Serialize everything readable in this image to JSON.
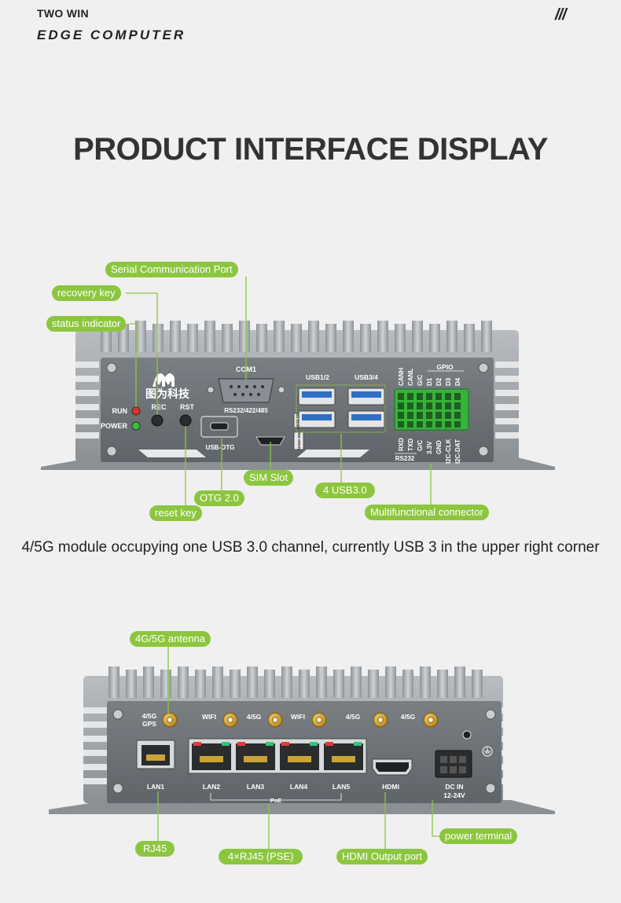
{
  "header": {
    "brand_top": "TWO WIN",
    "brand_bottom": "EDGE COMPUTER",
    "slashes": "///"
  },
  "title": "PRODUCT INTERFACE DISPLAY",
  "note": "4/5G module occupying one USB 3.0 channel, currently USB 3 in the upper right corner",
  "device1": {
    "logo_text": "图为科技",
    "labels": {
      "com1": "COM1",
      "rs232_422_485": "RS232/422/485",
      "usb12": "USB1/2",
      "usb34": "USB3/4",
      "run": "RUN",
      "power": "POWER",
      "rec": "REC",
      "rst": "RST",
      "usb_otg": "USB-OTG",
      "nano_sim": "NANO SIM",
      "micro_sd": "micro SD",
      "gpio": "GPIO",
      "rs232": "RS232",
      "canh": "CANH",
      "canl": "CANL",
      "gc_top": "G/C",
      "d1": "D1",
      "d2": "D2",
      "d3": "D3",
      "d4": "D4",
      "rxd": "RXD",
      "txd": "TXD",
      "gc_bottom": "G/C",
      "v33": "3.3V",
      "gnd": "GND",
      "i2c_clk": "I2C-CLK",
      "i2c_dat": "I2C-DAT"
    },
    "callouts": {
      "serial": "Serial Communication Port",
      "recovery": "recovery key",
      "status": "status indicator",
      "sim": "SIM Slot",
      "usb30": "4 USB3.0",
      "otg": "OTG 2.0",
      "reset": "reset key",
      "multi": "Multifunctional connector"
    },
    "colors": {
      "run_led": "#e0302a",
      "power_led": "#3ac13a",
      "usb_blue": "#2e6fc4",
      "terminal_green": "#35b43a"
    }
  },
  "device2": {
    "labels": {
      "g45_gps": "4/5G",
      "gps": "GPS",
      "wifi1": "WIFI",
      "g45_2": "4/5G",
      "wifi2": "WIFI",
      "g45_3": "4/5G",
      "g45_4": "4/5G",
      "lan1": "LAN1",
      "lan2": "LAN2",
      "lan3": "LAN3",
      "lan4": "LAN4",
      "lan5": "LAN5",
      "poe": "PoE",
      "hdmi": "HDMI",
      "dc_in": "DC IN",
      "voltage": "12-24V"
    },
    "callouts": {
      "antenna": "4G/5G antenna",
      "rj45": "RJ45",
      "rj45_pse": "4×RJ45 (PSE)",
      "hdmi": "HDMI Output port",
      "power": "power terminal"
    },
    "colors": {
      "antenna_gold": "#d9a531",
      "led_red": "#e23a3a",
      "led_green": "#3bc07a"
    }
  },
  "colors": {
    "accent": "#8cc63f",
    "panel": "#6f7378",
    "housing": "#9fa4a9"
  }
}
